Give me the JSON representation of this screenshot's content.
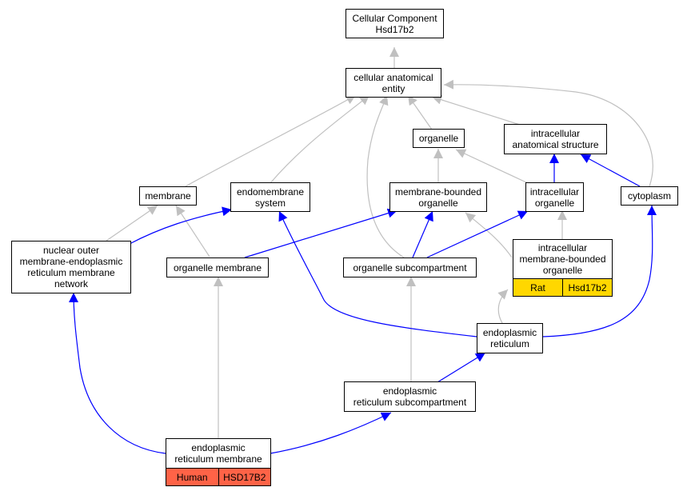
{
  "nodes": {
    "cc": {
      "lines": [
        "Cellular Component",
        "Hsd17b2"
      ]
    },
    "cae": {
      "lines": [
        "cellular anatomical",
        "entity"
      ]
    },
    "org": {
      "lines": [
        "organelle"
      ]
    },
    "ias": {
      "lines": [
        "intracellular",
        "anatomical structure"
      ]
    },
    "mem": {
      "lines": [
        "membrane"
      ]
    },
    "ems": {
      "lines": [
        "endomembrane",
        "system"
      ]
    },
    "mbo": {
      "lines": [
        "membrane-bounded",
        "organelle"
      ]
    },
    "io": {
      "lines": [
        "intracellular",
        "organelle"
      ]
    },
    "cyto": {
      "lines": [
        "cytoplasm"
      ]
    },
    "nom": {
      "lines": [
        "nuclear outer",
        "membrane-endoplasmic",
        "reticulum membrane",
        "network"
      ]
    },
    "om": {
      "lines": [
        "organelle membrane"
      ]
    },
    "osc": {
      "lines": [
        "organelle subcompartment"
      ]
    },
    "imbo": {
      "lines": [
        "intracellular",
        "membrane-bounded",
        "organelle"
      ],
      "tag": [
        "Rat",
        "Hsd17b2"
      ],
      "tag_color": "#ffd700"
    },
    "er": {
      "lines": [
        "endoplasmic",
        "reticulum"
      ]
    },
    "ersc": {
      "lines": [
        "endoplasmic",
        "reticulum subcompartment"
      ]
    },
    "erm": {
      "lines": [
        "endoplasmic",
        "reticulum membrane"
      ],
      "tag": [
        "Human",
        "HSD17B2"
      ],
      "tag_color": "#ff6347"
    }
  },
  "edge_colors": {
    "is_a": "#c0c0c0",
    "part_of": "#0000ff"
  }
}
